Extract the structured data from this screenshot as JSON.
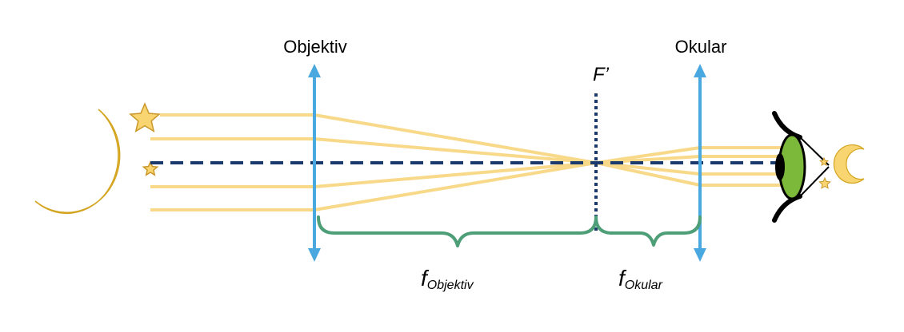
{
  "labels": {
    "objective": "Objektiv",
    "eyepiece": "Okular",
    "focal_point": "F’",
    "f_objective_symbol": "f",
    "f_objective_subscript": "Objektiv",
    "f_eyepiece_symbol": "f",
    "f_eyepiece_subscript": "Okular"
  },
  "colors": {
    "lens": "#4aa8e0",
    "rays": "#f8d98a",
    "optical_axis": "#1a3a6e",
    "focal_plane": "#1a3a6e",
    "bracket": "#4e9e78",
    "moon_fill": "#f8d571",
    "moon_stroke": "#d4a520",
    "star_fill": "#f8d571",
    "star_stroke": "#c9972a",
    "iris": "#7cb83a",
    "pupil": "#000000"
  },
  "icons": {
    "source": "crescent-moon-with-stars-icon",
    "observer": "eye-icon",
    "virtual_image": "small-moon-with-stars-icon"
  }
}
